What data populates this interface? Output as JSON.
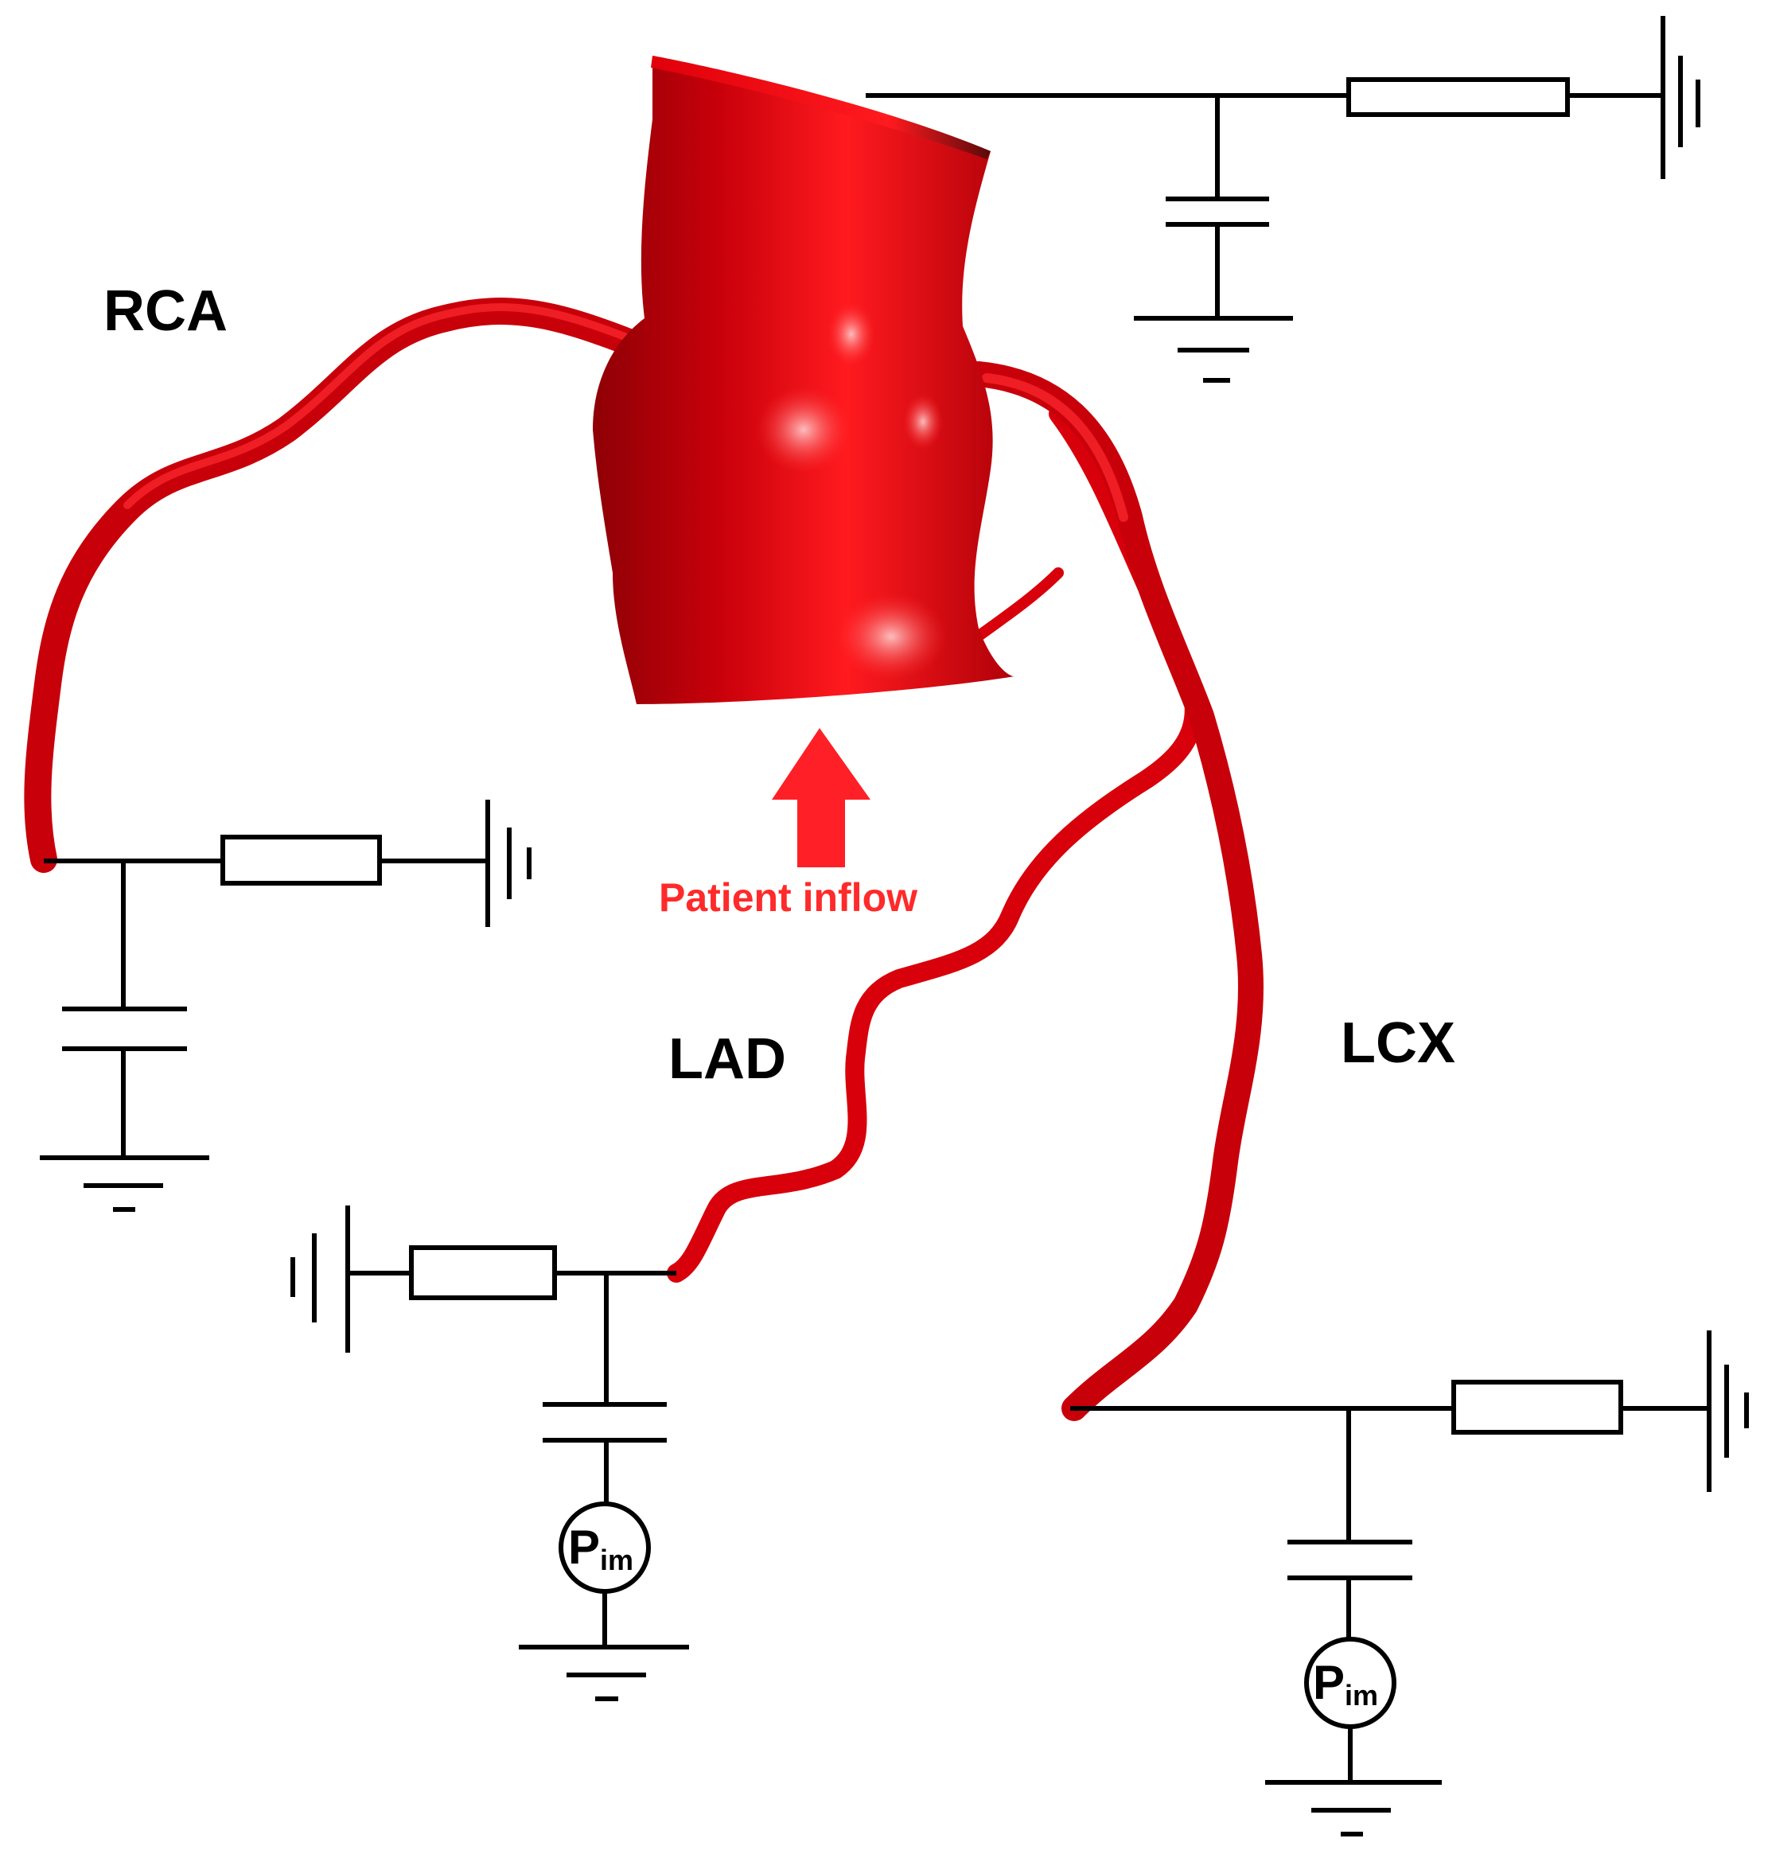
{
  "labels": {
    "rca": "RCA",
    "lad": "LAD",
    "lcx": "LCX",
    "inflow": "Patient inflow"
  },
  "pressure_source": {
    "main": "P",
    "sub": "im"
  },
  "colors": {
    "vessel": "#d8000a",
    "vessel_dark": "#8e0006",
    "inflow_text": "#ff2a2a",
    "arrow": "#ff1f26",
    "circuit": "#000000"
  }
}
